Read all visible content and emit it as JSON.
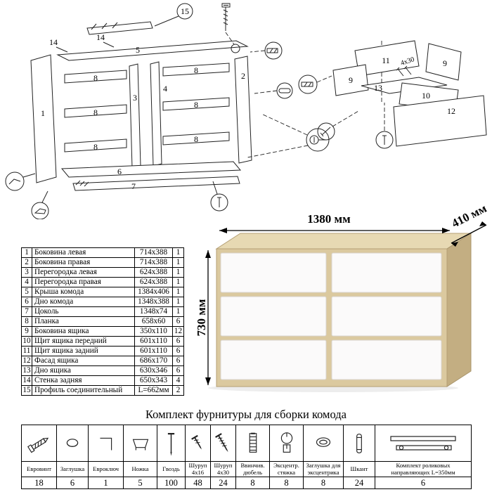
{
  "diagram": {
    "callouts": [
      "15",
      "14",
      "14",
      "5",
      "1",
      "8",
      "3",
      "4",
      "8",
      "8",
      "8",
      "8",
      "8",
      "2",
      "6",
      "7",
      "11",
      "4x30",
      "9",
      "9",
      "13",
      "10",
      "12"
    ],
    "icons": [
      "screw-icon",
      "confirmat-screw-icon",
      "dowel-icon",
      "cam-lock-icon",
      "bracket-icon",
      "corner-fastener-icon"
    ]
  },
  "render": {
    "width_label": "1380 мм",
    "depth_label": "410 мм",
    "height_label": "730 мм",
    "colors": {
      "wood_front": "#dbc99f",
      "wood_top": "#e7d9b3",
      "wood_side": "#c3ae82",
      "drawer": "#fbfafa"
    }
  },
  "parts": {
    "rows": [
      {
        "n": "1",
        "name": "Боковина левая",
        "size": "714x388",
        "qty": "1"
      },
      {
        "n": "2",
        "name": "Боковина правая",
        "size": "714x388",
        "qty": "1"
      },
      {
        "n": "3",
        "name": "Перегородка левая",
        "size": "624x388",
        "qty": "1"
      },
      {
        "n": "4",
        "name": "Перегородка правая",
        "size": "624x388",
        "qty": "1"
      },
      {
        "n": "5",
        "name": "Крыша комода",
        "size": "1384x406",
        "qty": "1"
      },
      {
        "n": "6",
        "name": "Дно комода",
        "size": "1348x388",
        "qty": "1"
      },
      {
        "n": "7",
        "name": "Цоколь",
        "size": "1348x74",
        "qty": "1"
      },
      {
        "n": "8",
        "name": "Планка",
        "size": "658x60",
        "qty": "6"
      },
      {
        "n": "9",
        "name": "Боковина ящика",
        "size": "350x110",
        "qty": "12"
      },
      {
        "n": "10",
        "name": "Щит ящика передний",
        "size": "601x110",
        "qty": "6"
      },
      {
        "n": "11",
        "name": "Щит ящика задний",
        "size": "601x110",
        "qty": "6"
      },
      {
        "n": "12",
        "name": "Фасад ящика",
        "size": "686x170",
        "qty": "6"
      },
      {
        "n": "13",
        "name": "Дно ящика",
        "size": "630x346",
        "qty": "6"
      },
      {
        "n": "14",
        "name": "Стенка задняя",
        "size": "650x343",
        "qty": "4"
      },
      {
        "n": "15",
        "name": "Профиль соединительный",
        "size": "L=662мм",
        "qty": "2"
      }
    ]
  },
  "hardware": {
    "title": "Комплект фурнитуры для сборки комода",
    "items": [
      {
        "name": "Евровинт",
        "qty": "18",
        "icon": "confirmat-screw-icon"
      },
      {
        "name": "Заглушка",
        "qty": "6",
        "icon": "cap-plug-icon"
      },
      {
        "name": "Евроключ",
        "qty": "1",
        "icon": "hex-key-icon"
      },
      {
        "name": "Ножка",
        "qty": "5",
        "icon": "foot-icon"
      },
      {
        "name": "Гвоздь",
        "qty": "100",
        "icon": "nail-icon"
      },
      {
        "name": "Шуруп 4x16",
        "qty": "48",
        "icon": "screw-4x16-icon"
      },
      {
        "name": "Шуруп 4x30",
        "qty": "24",
        "icon": "screw-4x30-icon"
      },
      {
        "name": "Ввинчив. дюбель",
        "qty": "8",
        "icon": "screw-dowel-icon"
      },
      {
        "name": "Эксцентр. стяжка",
        "qty": "8",
        "icon": "cam-lock-icon"
      },
      {
        "name": "Заглушка для эксцентрика",
        "qty": "8",
        "icon": "cam-cap-icon"
      },
      {
        "name": "Шкант",
        "qty": "24",
        "icon": "wooden-dowel-icon"
      },
      {
        "name": "Комплект роликовых направляющих L=350мм",
        "qty": "6",
        "icon": "drawer-slides-icon"
      }
    ]
  }
}
